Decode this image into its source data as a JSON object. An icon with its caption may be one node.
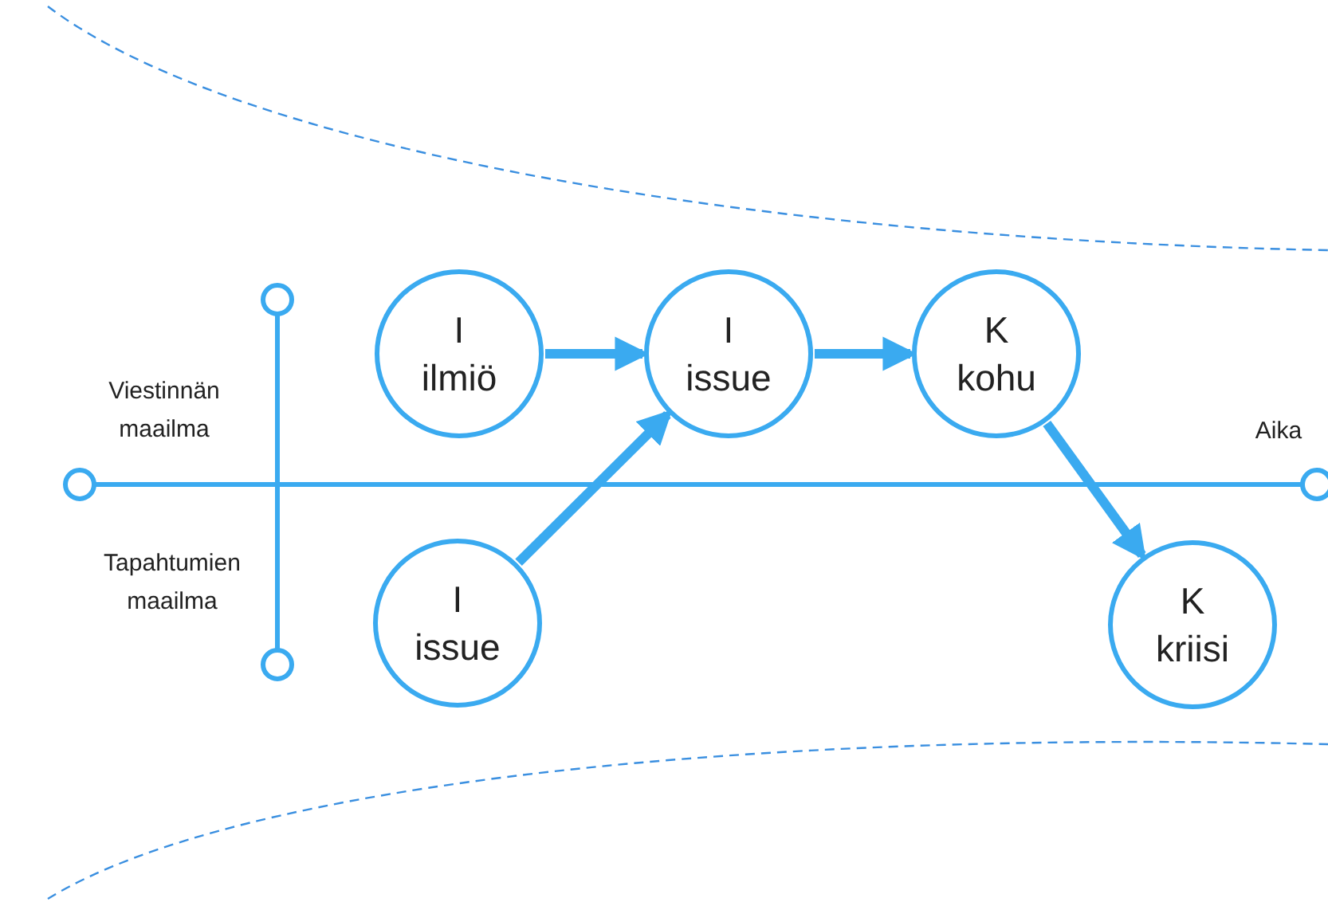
{
  "diagram": {
    "nodes": [
      {
        "text": [
          "I",
          "ilmiö"
        ]
      },
      {
        "text": [
          "I",
          "issue"
        ]
      },
      {
        "text": [
          "K",
          "kohu"
        ]
      },
      {
        "text": [
          "I",
          "issue"
        ]
      },
      {
        "text": [
          "K",
          "kriisi"
        ]
      }
    ],
    "edges": [
      {
        "from": 0,
        "to": 1,
        "arrow": "to"
      },
      {
        "from": 1,
        "to": 2,
        "arrow": "to"
      },
      {
        "from": 3,
        "to": 1,
        "arrow": "to"
      },
      {
        "from": 2,
        "to": 4,
        "arrow": "to"
      }
    ],
    "labels": [
      "Viestinnän maailma",
      "Tapahtumien maailma",
      "Aika"
    ]
  }
}
